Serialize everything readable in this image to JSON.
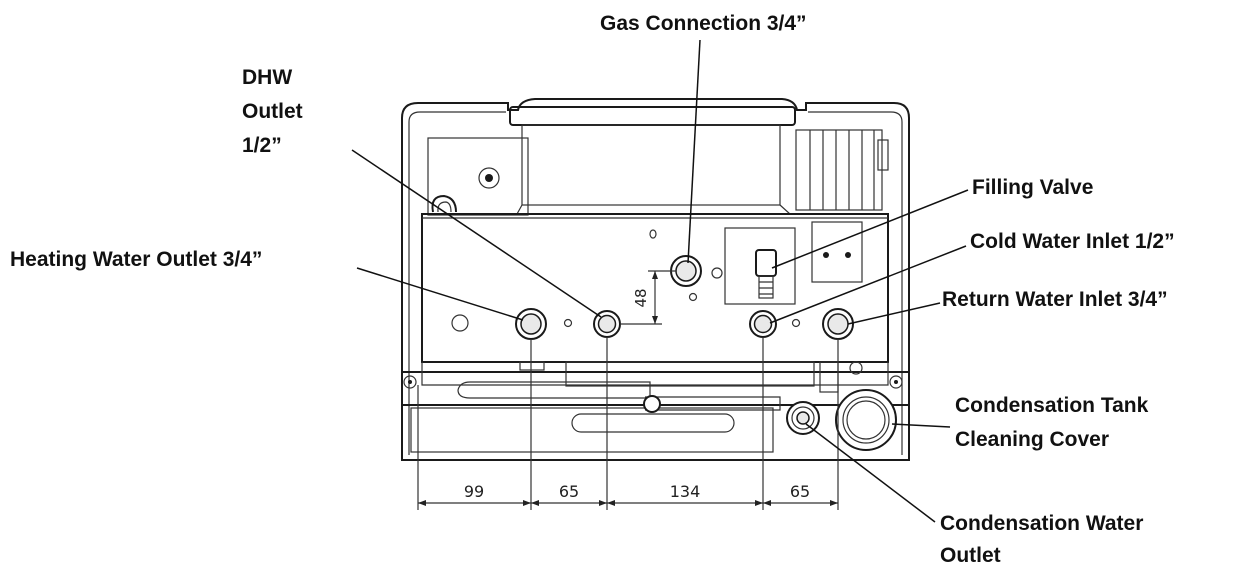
{
  "labels": {
    "gas_connection": "Gas Connection 3/4”",
    "dhw_outlet_line1": "DHW",
    "dhw_outlet_line2": "Outlet",
    "dhw_outlet_line3": "1/2”",
    "heating_water_outlet": "Heating Water Outlet 3/4”",
    "filling_valve": "Filling Valve",
    "cold_water_inlet": "Cold Water Inlet 1/2”",
    "return_water_inlet": "Return Water Inlet 3/4”",
    "condensation_tank_line1": "Condensation Tank",
    "condensation_tank_line2": "Cleaning Cover",
    "condensation_water_line1": "Condensation Water",
    "condensation_water_line2": "Outlet"
  },
  "dimensions": {
    "d1": "99",
    "d2": "65",
    "d3": "134",
    "d4": "65",
    "vertical": "48"
  }
}
